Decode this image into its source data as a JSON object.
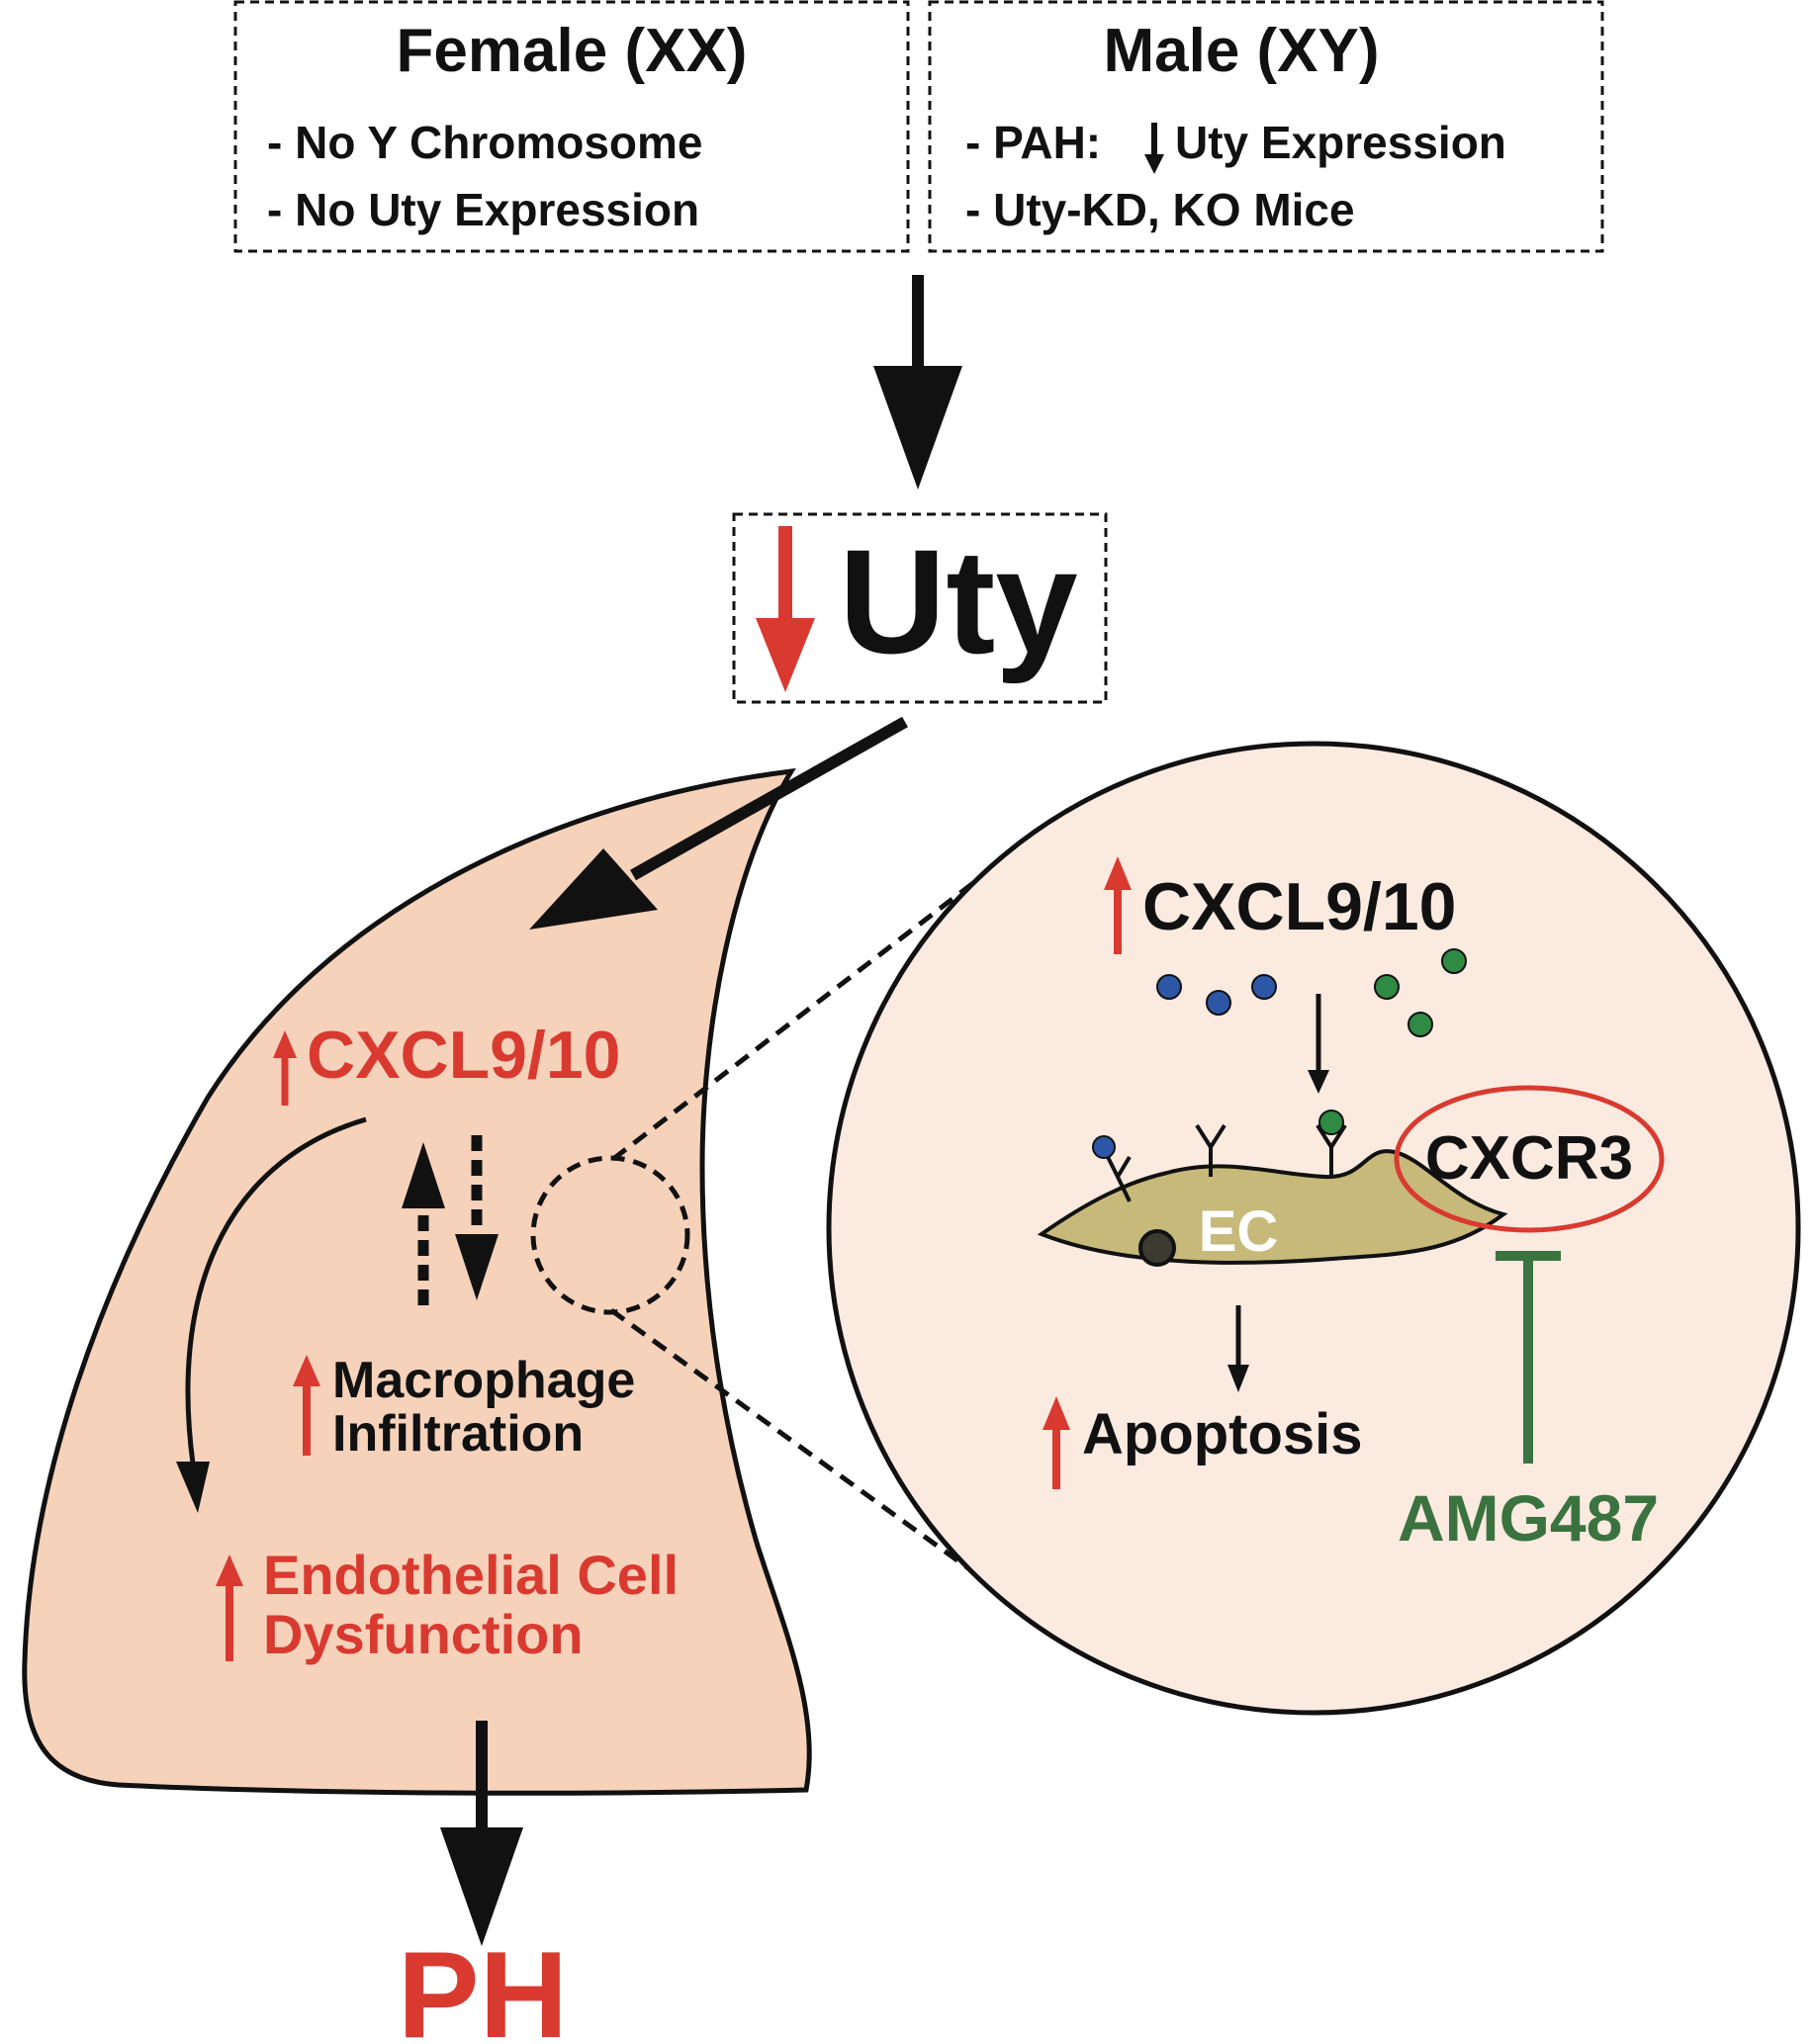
{
  "colors": {
    "red": "#d93a30",
    "green": "#3a7340",
    "black": "#111111",
    "lung_fill": "#f6d2bb",
    "circle_fill": "#fbeae0",
    "cell_fill": "#c7b97a",
    "ligand_blue": "#2d56a6",
    "ligand_green": "#2f8a43"
  },
  "female_box": {
    "title": "Female (XX)",
    "line1": "- No Y Chromosome",
    "line2": "- No Uty Expression"
  },
  "male_box": {
    "title": "Male (XY)",
    "line1_prefix": "- PAH:",
    "line1_suffix": "Uty Expression",
    "line2": "- Uty-KD, KO Mice"
  },
  "uty": {
    "label": "Uty"
  },
  "lung": {
    "cxcl": "CXCL9/10",
    "macrophage_line1": "Macrophage",
    "macrophage_line2": "Infiltration",
    "ec_line1": "Endothelial Cell",
    "ec_line2": "Dysfunction"
  },
  "zoom": {
    "cxcl": "CXCL9/10",
    "cell_label": "EC",
    "receptor": "CXCR3",
    "apoptosis": "Apoptosis",
    "inhibitor": "AMG487"
  },
  "outcome": {
    "label": "PH"
  }
}
